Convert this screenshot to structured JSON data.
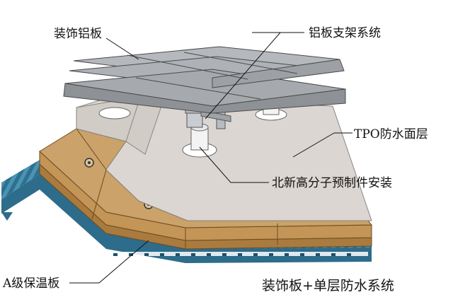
{
  "labels": {
    "aluminum_panel": "装饰铝板",
    "support_system": "铝板支架系统",
    "tpo_layer": "TPO防水面层",
    "prefab_install": "北新高分子预制件安装",
    "insulation_board": "A级保温板",
    "system_caption": "装饰板+单层防水系统"
  },
  "colors": {
    "deck_blue": "#3f86a6",
    "insulation_top": "#caa26a",
    "insulation_side": "#a97b3e",
    "tpo_membrane": "#dcd6d2",
    "aluminum_panel": "#a9adb1",
    "bracket_metal": "#c9cdd1"
  }
}
